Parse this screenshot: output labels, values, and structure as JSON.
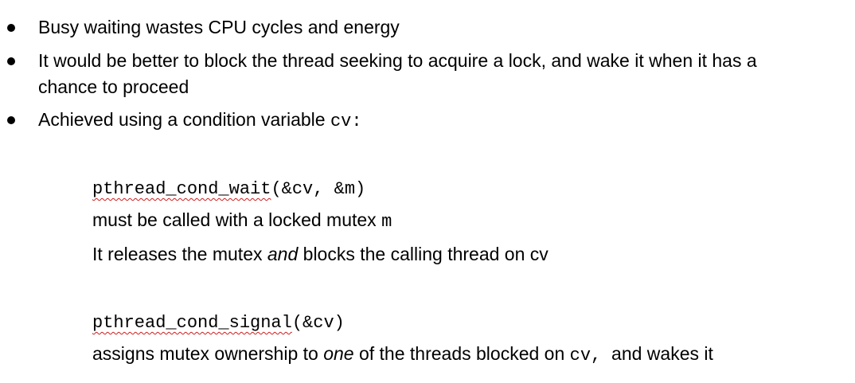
{
  "bullets": [
    {
      "text": "Busy waiting wastes CPU cycles and energy"
    },
    {
      "line1": "It would be better to block the thread seeking to acquire a lock, and wake it when it has a",
      "line2": "chance to proceed"
    },
    {
      "text": "Achieved using a condition variable ",
      "code": "cv:"
    }
  ],
  "wait_block": {
    "call_name": "pthread_cond_wait",
    "call_args": "(&cv, &m)",
    "line1_text": "must be called with a locked mutex ",
    "line1_code": "m",
    "line2_before": "It releases the mutex ",
    "line2_em": "and",
    "line2_after": " blocks the calling thread on cv"
  },
  "signal_block": {
    "call_name": "pthread_cond_signal",
    "call_args": "(&cv)",
    "line1_before": "assigns mutex ownership to ",
    "line1_em": "one",
    "line1_mid": " of the threads blocked on ",
    "line1_code": "cv,",
    "line1_after": "  and wakes it"
  }
}
